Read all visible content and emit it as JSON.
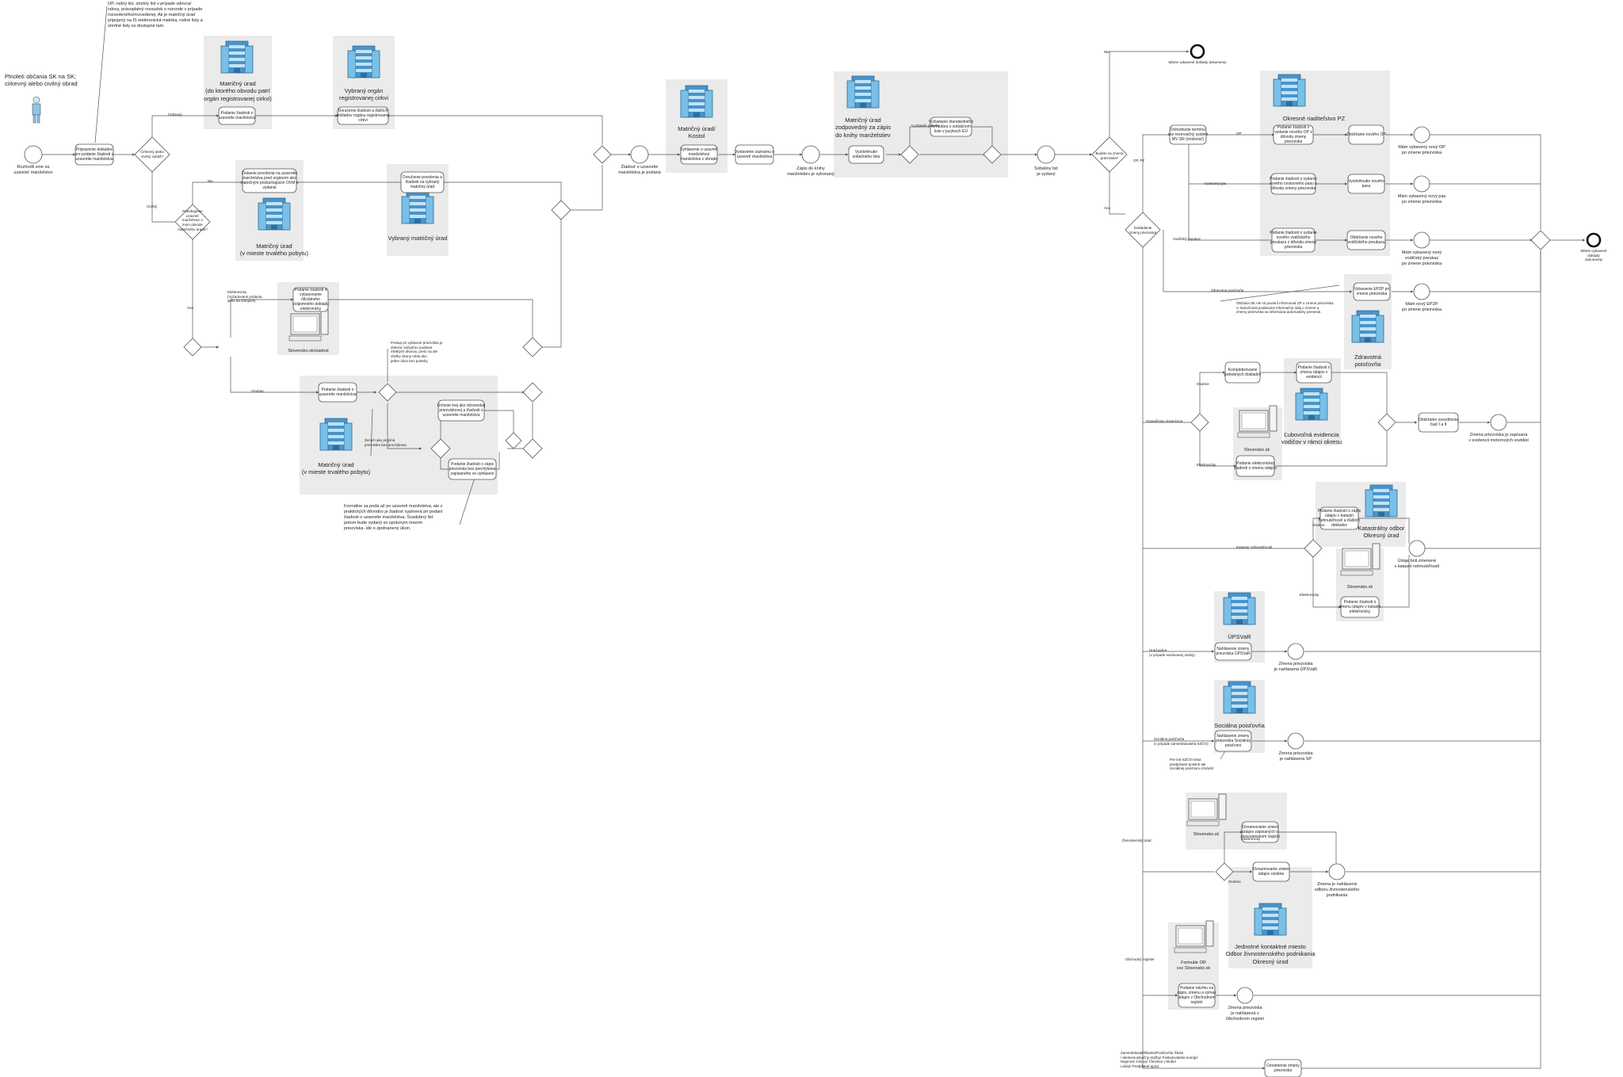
{
  "start_event": {
    "label": "Rozhodli sme sa\nuzavrieť manželstvo"
  },
  "actor": {
    "title": "Plnoletí občania SK na SK;\ncirkevný alebo civilný obrad"
  },
  "note_top": {
    "text": "OP, rodný list, úmrtný list v prípade vdovca/\nvdovy, právoplatný rozsudok o rozvode v prípade\nrozvedeného/rozvedenej. Ak je matričný úrad\npripojený na IS elektronická matrika, rodné listy a\númrtné listy sú dostupné tam."
  },
  "note_bottom": {
    "text": "Formálne sa podá až po uzavretí manželstva, ale z\npraktických dôvodov je žiadosť vyplnená pri podaní\nžiadosti o uzavretie manželstva. Svadobný list\npotom bude vydaný so správnym tvarom\npriezviska. Ide o zjednanený úkon."
  },
  "note_online": {
    "text": "Postup pri vybavení priezviska je\ndoteraz súčasťou podania\nvšetkých úkonov, preto sa ale\nvšetky úkony robia ako\njeden úkon bez potreby"
  },
  "note_eid": {
    "text": "Občania SK nie sú povinní informovať ZP o zmene priezviska.\nV skutočnosti podávame informačný údaj o zmene a\nzmeny priezviska sa informácia automaticky prenesie."
  },
  "note_sp": {
    "text": "Pre iné SZČO treba\npredpísané poistné tak\nSociálnej poisťovni oznámiť."
  },
  "offices": {
    "mu_cirkev": "Matričný úrad\n(do ktorého obvodu patrí\norgán registrovanej cirkvi)",
    "cirkev": "Vybraný orgán\nregistrovanej cirkvi",
    "mu_tp": "Matričný úrad\n(v mieste trvalého pobytu)",
    "mu_vybrany": "Vybraný matričný úrad",
    "slovensko_ziadost": "Slovensko.sk/ziadost",
    "mu_tp2": "Matričný úrad\n(v mieste trvalého pobytu)",
    "mu_kostol": "Matričný úrad/\nKostol",
    "mu_zapis": "Matričný úrad\nzodpovedný za zápis\ndo knihy manželstiev",
    "okresne_rpz": "Okresné riaditeľstvo PZ",
    "zdravotna": "Zdravotná\npoisťovňa",
    "slovensko1": "Slovensko.sk",
    "evidencia_vodici": "Ľubovoľná evidencia\nvodičov v rámci okresu",
    "katastralny": "Katastrálny odbor\nOkresný úrad",
    "slovensko2": "Slovensko.sk",
    "upsvar": "ÚPSVaR",
    "socialna": "Sociálna poisťovňa",
    "slovensko3": "Slovensko.sk",
    "jkm": "Jednotné kontaktné miesto\nOdbor živnostenského podnikania\nOkresný úrad",
    "formular_or": "Formulár OR\ncez Slovensko.sk"
  },
  "tasks": {
    "t_priprava": "Pripravenie dokladov pre\npodanie žiadosti o\nuzavretie manželstva",
    "t_podanie_cirkev": "Podanie žiadosti o\nuzavretie manželstva",
    "t_dorucenie_cirkev": "Doručenie žiadosti a ďalších\ndokladov orgánu\nregistrovanej cirkvi",
    "t_ziskanie_povolenia": "Získanie povolenia na\nuzavretie manželstva pred\norgánom ako matričným\nprislúchajúcim OVM o vydanie",
    "t_dorucenie_mu": "Doručenie povolenia a\nžiadosti na vybraný\nmatričný úrad",
    "t_podanie_elektronicky": "Podanie žiadosti o\nvybavovanie oficiálneho\nvzájomného dokladu\nelektronicky",
    "t_podanie_osobne": "Podanie žiadosti o\nuzavretie manželstva",
    "t_urcenie": "Určenie inej ako slovenskej\npriezviskovej a žiadosti o\nuzavretie manželstva",
    "t_podanie_zapis": "Podanie žiadosti o zápis\npriezviska bez prechýlenia\nzapísaného vo vyhlásení",
    "t_vyhlasenie": "Vyhlásenie o uzavretí\nmanželstva/\nmanželstva v obrade",
    "t_vystavenie_zapis": "Vystavenie záznamu o\nuzavretí manželstva",
    "t_vyzdvihnutie": "Vyzdvihnutie\nsobášneho listu",
    "t_vyziadanie": "Vyžiadanie štandardného\nformulára o sobášnom\nliste v jazykoch EÚ",
    "t_dohodnutie": "Dohodnutie termínu cez\nrezervačný systém MV SR\n(možnosť)",
    "t_podanie_op": "Podanie žiadosti o vydanie\nnového OP z dôvodu\nzmeny priezviska",
    "t_obdrzanie_op": "Obdržanie\nnového OP",
    "t_podanie_pas": "Podanie žiadosti o vydanie\nnového cestovného pasu\nz dôvodu zmeny priezviska",
    "t_vyzdvihnutie_pas": "Vyzdvihnutie nového\npasu",
    "t_podanie_vp": "Podanie žiadosti o vydanie\nnového vodičského\npreukazu z dôvodu\nzmeny priezviska",
    "t_obdrzanie_vp": "Obdržanie nového\nvodičského preukazu",
    "t_vybavenie_ezp": "Vybavenie EPZP pri\nzmene priezviska",
    "t_kompletizovanie": "Kompletizovanie\npotrebných\ndokladov",
    "t_podanie_ev": "Podanie žiadosti o\nzmenu údajov\nv evidencii",
    "t_podanie_ev_el": "Podanie elektronickej\nžiadosti o\nzmenu údajov",
    "t_obdrzanie_ev": "Obdržanie osvedčenia\nčasť I a II",
    "t_podanie_kataster": "Podanie žiadosti o\nzápis údajov v katastri\nnehnuteľností a\nďalších dokladov",
    "t_podanie_kataster_el": "Podanie žiadosti o\nzmenu údajov v katastri\nelektronicky",
    "t_nahlasenie_upsvar": "Nahlásenie zmeny\npriezviska ÚPSVaR",
    "t_nahlasenie_sp": "Nahlásenie zmeny\npriezviska\nSociálnej poisťovni",
    "t_oznamenie_zr_el": "Oznamovanie zmien\núdajov zapísaných v\nživnostenskom registri",
    "t_oznamenie_zr": "Oznamovanie zmien\núdajov osobne",
    "t_podanie_or": "Podanie návrhu\nna zápis, zmenu a\nvýmaz údajov v\nObchodnom registri",
    "t_oznamenie_poistovni": "Oznámenie zmeny\npriezviska"
  },
  "gateways": {
    "g_cirkev": "Cirkevný alebo\ncivilný sobáš?",
    "g_povolenie": "Potrebujeme\nuzavrieť\nmanželstvo v\ninom obvode\nmatričného úradu?",
    "g_zmena": "Budete sa zmena\npriezviska?",
    "g_dokumenty": "Dokladanie\nzmeny priezviska"
  },
  "edge_labels": {
    "cirkevny": "Cirkevný",
    "civilny": "Civilný",
    "nie": "Nie",
    "ano": "Áno",
    "elektronicky": "Elektronicky\n(Vyžadované podania\naktív na zdrojoch)",
    "osobne": "Osobne",
    "v_pripade": "V prípade potreby",
    "inaprice": "Ženích ako prvý/ná\npriezvisko bez prechýlenia",
    "nie2": "Nie",
    "op_pz": "OP, PZ",
    "op": "OP",
    "cestovny_pas": "Cestovný pas",
    "vodicsky": "Vodičský preukaz",
    "zdravotna_poistovna": "Zdravotná poisťovňa",
    "osobne2": "Osobne",
    "elektronicky2": "Elektronicky",
    "osvedcenie": "Osvedčenie vlastníctva",
    "kataster": "Kataster nehnuteľností",
    "osobne3": "Osobne",
    "elektronicky3": "Elektronicky",
    "urad_prace": "Úrad práce\n(v prípade evidovanej osoby)",
    "socialna_p": "Sociálna poisťovňa\n(v prípade zamestnávateľa SZČO)",
    "zivnostensky": "Živnostenský úrad",
    "osobne4": "Osobne",
    "elektronicky4": "Elektronicky",
    "obchodny": "Obchodný register",
    "ostatne": "Zamestnávateľ/Banka/Poisťovňa/ Škola\n/ telekomunikačný služby/ Poskytovatelia energií/\nNájomné zmluvy/ Členstvo v klube/\nLekári/ Predplatné apod."
  },
  "events": {
    "e_ziadost": "Žiadosť o uzavretie\nmanželstva je podaná",
    "e_zapis": "Zápis do knihy\nmanželstiev je vykonaný",
    "e_sobasny": "Sobášny list\nje vydaný",
    "e_koniec_bez": "Máme vybavené doklady dokumenty",
    "e_op": "Mám vybavený nový OP\npo zmene priezviska",
    "e_pas": "Mám vybavený nový pas\npo zmene priezviska",
    "e_vp": "Mám vybavený nový\nvodičský preukaz\npo zmene priezviska",
    "e_ezp": "Mám nový EPZP\npo zmene priezviska",
    "e_evidencia": "Zmena priezviska je zapísaná\nv evidencii motorových vozidiel",
    "e_kataster": "Údaje boli zmenené\nv katastri nehnuteľností",
    "e_upsvar": "Zmena priezviska\nje nahlásená ÚPSVaR",
    "e_sp": "Zmena priezviska\nje nahlásená SP",
    "e_zr": "Zmena je nahlásená\nodboru živnostenského\npodnikania",
    "e_or": "Zmena priezviska\nje nahlásená v\nObchodnom registri",
    "e_koniec": "Máme vybavené doklady dokumenty"
  },
  "colors": {
    "stroke": "#555555",
    "office_bg": "#ebebeb",
    "building": "#5aa7d6",
    "text": "#222222"
  }
}
